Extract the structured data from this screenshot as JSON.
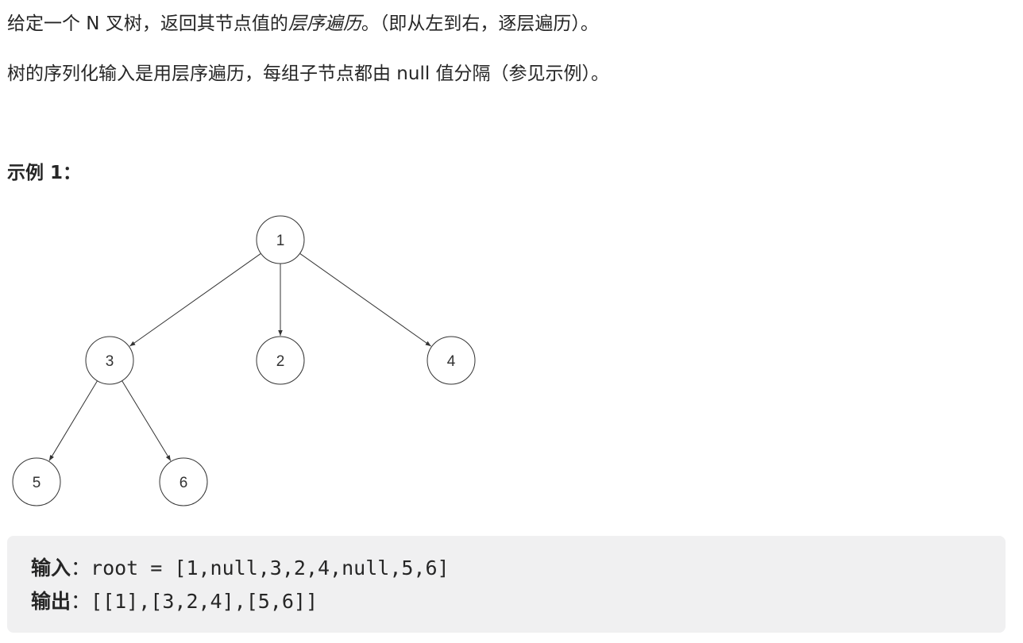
{
  "description": {
    "line1_before": "给定一个 N 叉树，返回其节点值的",
    "line1_emphasis": "层序遍历",
    "line1_after": "。（即从左到右，逐层遍历）。",
    "line2": "树的序列化输入是用层序遍历，每组子节点都由 null 值分隔（参见示例）。"
  },
  "example": {
    "heading": "示例 1：",
    "tree": {
      "nodes": [
        {
          "id": "1",
          "label": "1"
        },
        {
          "id": "3",
          "label": "3"
        },
        {
          "id": "2",
          "label": "2"
        },
        {
          "id": "4",
          "label": "4"
        },
        {
          "id": "5",
          "label": "5"
        },
        {
          "id": "6",
          "label": "6"
        }
      ],
      "edges": [
        [
          "1",
          "3"
        ],
        [
          "1",
          "2"
        ],
        [
          "1",
          "4"
        ],
        [
          "3",
          "5"
        ],
        [
          "3",
          "6"
        ]
      ]
    },
    "input_label": "输入",
    "input_colon": "：",
    "input_value": "root = [1,null,3,2,4,null,5,6]",
    "output_label": "输出",
    "output_colon": "：",
    "output_value": "[[1],[3,2,4],[5,6]]"
  }
}
